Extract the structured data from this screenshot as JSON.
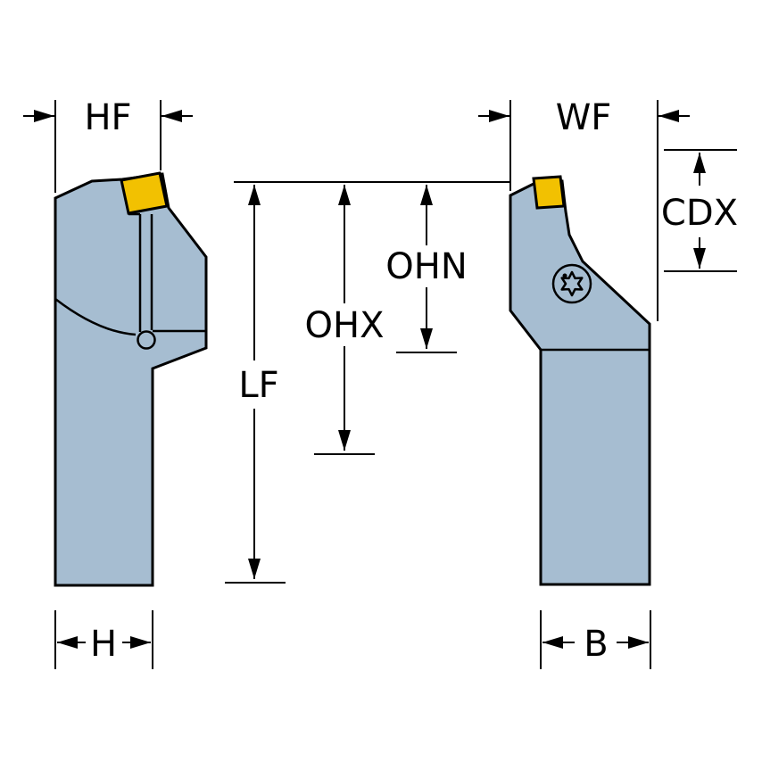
{
  "labels": {
    "hf": "HF",
    "wf": "WF",
    "cdx": "CDX",
    "ohn": "OHN",
    "ohx": "OHX",
    "lf": "LF",
    "h": "H",
    "b": "B"
  },
  "colors": {
    "body_fill": "#a6bdd1",
    "insert_fill": "#f2c101",
    "line": "#000000",
    "background": "#ffffff"
  }
}
